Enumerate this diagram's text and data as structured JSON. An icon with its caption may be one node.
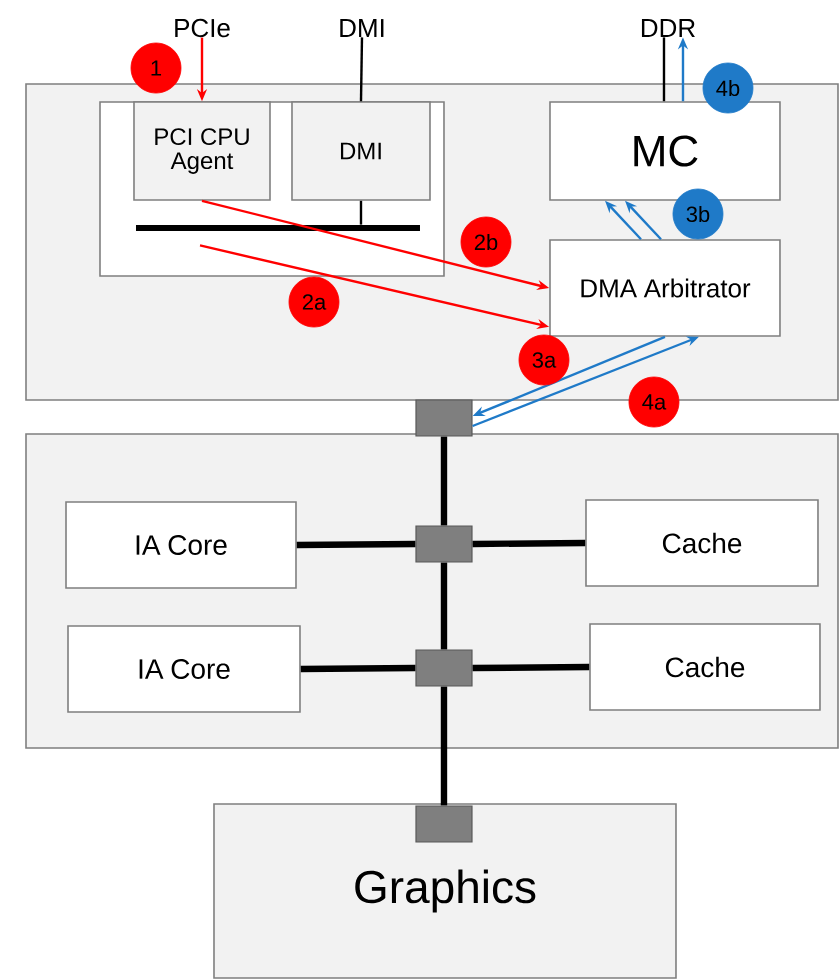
{
  "diagram": {
    "nodes": [
      {
        "text": [],
        "shape": "box"
      },
      {
        "text": [],
        "shape": "box",
        "in": 0
      },
      {
        "text": [
          "PCI CPU Agent"
        ],
        "in": 1
      },
      {
        "text": [
          "DMI"
        ],
        "in": 1
      },
      {
        "text": [
          "MC"
        ],
        "in": 0
      },
      {
        "text": [
          "DMA Arbitrator"
        ],
        "in": 0
      },
      {
        "text": [],
        "shape": "box"
      },
      {
        "text": [
          "IA Core"
        ],
        "in": 6
      },
      {
        "text": [
          "Cache"
        ],
        "in": 6
      },
      {
        "text": [
          "IA Core"
        ],
        "in": 6
      },
      {
        "text": [
          "Cache"
        ],
        "in": 6
      },
      {
        "text": [
          "Graphics"
        ]
      },
      {
        "text": [],
        "shape": "box"
      },
      {
        "text": [],
        "shape": "box",
        "in": 6
      },
      {
        "text": [],
        "shape": "box",
        "in": 6
      },
      {
        "text": [],
        "shape": "box",
        "in": 11
      },
      {
        "text": [
          "PCIe"
        ]
      },
      {
        "text": [
          "DMI"
        ]
      },
      {
        "text": [
          "DDR"
        ]
      },
      {
        "text": [],
        "shape": "bar",
        "in": 1
      }
    ],
    "edges": [
      {
        "from": 16,
        "to": 2,
        "arrow": "to",
        "color": "#ff0000"
      },
      {
        "from": 17,
        "to": 3,
        "arrow": "none"
      },
      {
        "from": 3,
        "to": 19,
        "arrow": "none"
      },
      {
        "from": 2,
        "to": 5,
        "arrow": "to",
        "color": "#ff0000"
      },
      {
        "from": 19,
        "to": 5,
        "arrow": "to",
        "color": "#ff0000"
      },
      {
        "from": 18,
        "to": 4,
        "arrow": "none"
      },
      {
        "from": 4,
        "to": 18,
        "arrow": "to",
        "color": "#1f7ac8"
      },
      {
        "from": 5,
        "to": 4,
        "arrow": "to",
        "color": "#1f7ac8"
      },
      {
        "from": 5,
        "to": 4,
        "arrow": "to",
        "color": "#1f7ac8"
      },
      {
        "from": 5,
        "to": 12,
        "arrow": "to",
        "color": "#1f7ac8"
      },
      {
        "from": 12,
        "to": 5,
        "arrow": "to",
        "color": "#1f7ac8"
      },
      {
        "from": 12,
        "to": 13,
        "arrow": "none",
        "style": "thick"
      },
      {
        "from": 13,
        "to": 14,
        "arrow": "none",
        "style": "thick"
      },
      {
        "from": 14,
        "to": 15,
        "arrow": "none",
        "style": "thick"
      },
      {
        "from": 7,
        "to": 13,
        "arrow": "none",
        "style": "thick"
      },
      {
        "from": 13,
        "to": 8,
        "arrow": "none",
        "style": "thick"
      },
      {
        "from": 9,
        "to": 14,
        "arrow": "none",
        "style": "thick"
      },
      {
        "from": 14,
        "to": 10,
        "arrow": "none",
        "style": "thick"
      }
    ],
    "labels": [
      "1",
      "4b",
      "3b",
      "2b",
      "2a",
      "3a",
      "4a"
    ]
  }
}
